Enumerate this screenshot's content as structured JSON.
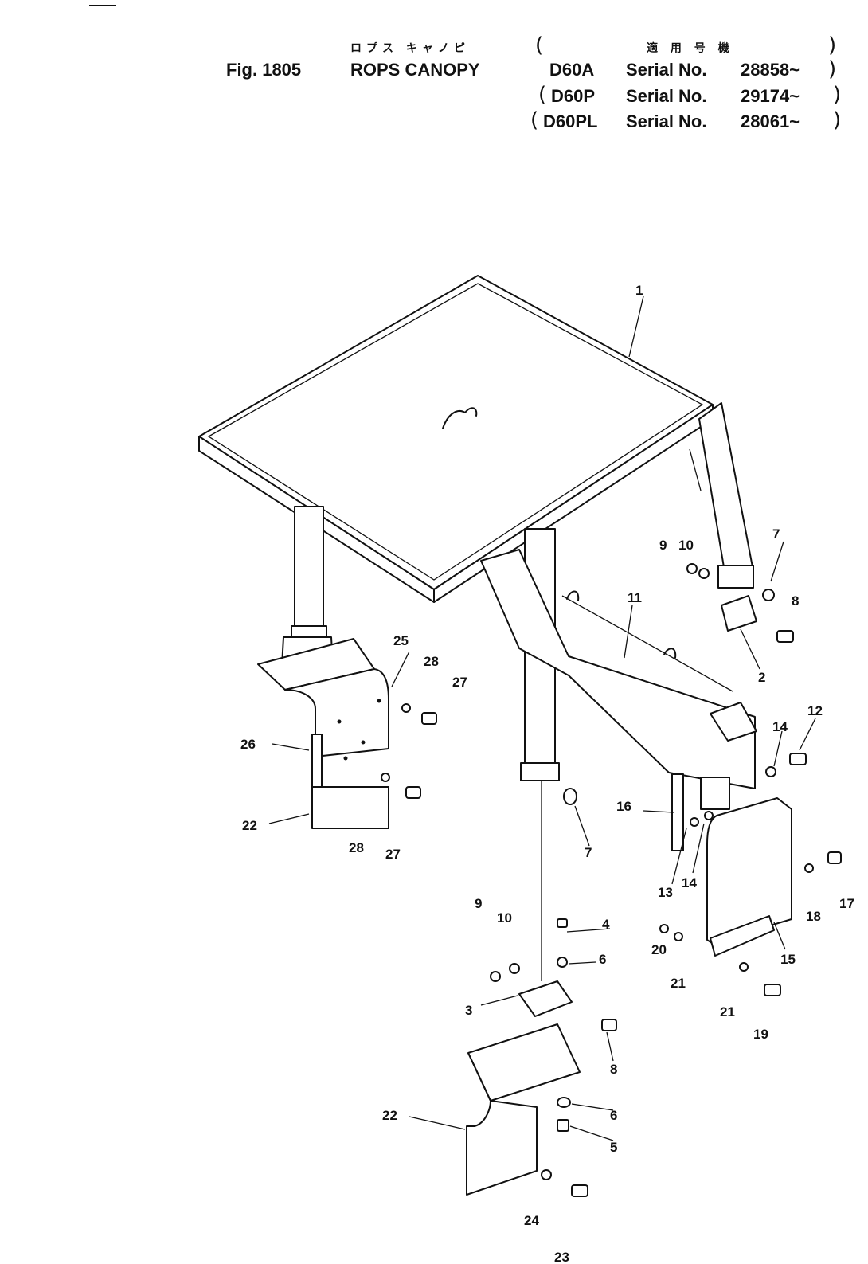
{
  "header": {
    "katakana_title": "ロプス キャノピ",
    "applicable_models_jp": "適 用 号 機",
    "figure_label": "Fig. 1805",
    "title": "ROPS CANOPY",
    "models": [
      {
        "model": "D60A",
        "serial_label": "Serial No.",
        "serial": "28858~"
      },
      {
        "model": "D60P",
        "serial_label": "Serial No.",
        "serial": "29174~"
      },
      {
        "model": "D60PL",
        "serial_label": "Serial No.",
        "serial": "28061~"
      }
    ]
  },
  "callouts": [
    "1",
    "2",
    "3",
    "4",
    "5",
    "6",
    "6",
    "7",
    "7",
    "8",
    "8",
    "9",
    "9",
    "10",
    "10",
    "11",
    "12",
    "13",
    "14",
    "14",
    "15",
    "16",
    "17",
    "18",
    "19",
    "20",
    "21",
    "21",
    "22",
    "22",
    "23",
    "24",
    "25",
    "26",
    "27",
    "27",
    "28",
    "28"
  ]
}
